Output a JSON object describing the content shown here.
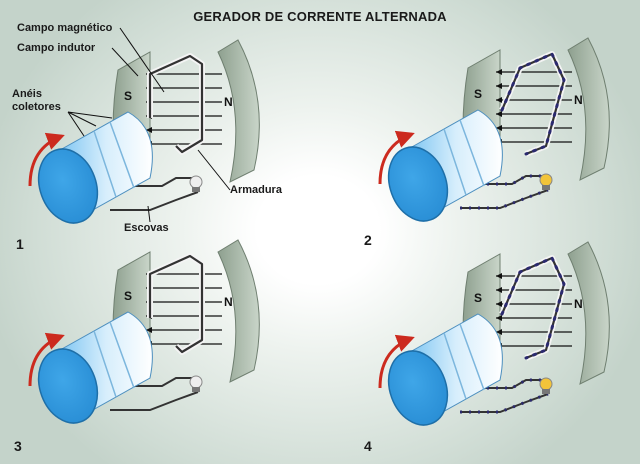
{
  "title": "GERADOR DE CORRENTE ALTERNADA",
  "labels": {
    "campo_magnetico": "Campo magnético",
    "campo_indutor": "Campo indutor",
    "aneis_coletores": "Anéis\ncoletores",
    "armadura": "Armadura",
    "escovas": "Escovas"
  },
  "panels": [
    {
      "number": "1",
      "pole_s": "S",
      "pole_n": "N",
      "bulb_lit": false,
      "current_flow": false
    },
    {
      "number": "2",
      "pole_s": "S",
      "pole_n": "N",
      "bulb_lit": true,
      "current_flow": true
    },
    {
      "number": "3",
      "pole_s": "S",
      "pole_n": "N",
      "bulb_lit": false,
      "current_flow": false
    },
    {
      "number": "4",
      "pole_s": "S",
      "pole_n": "N",
      "bulb_lit": true,
      "current_flow": true
    }
  ],
  "colors": {
    "cylinder": "#2a8fd6",
    "magnet": "#a9b9aa",
    "rotation_arrow": "#cc2a1e",
    "bulb_lit": "#f2c43a",
    "current_dots": "#2b2a6e"
  }
}
